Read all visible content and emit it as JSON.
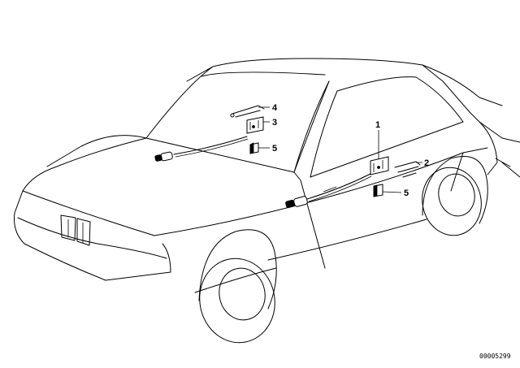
{
  "callouts": {
    "c1": "1",
    "c2": "2",
    "c3": "3",
    "c4": "4",
    "c5a": "5",
    "c5b": "5"
  },
  "document_id": "00005299",
  "icons": [
    "car-outline",
    "lock-part",
    "cable-part",
    "spring-part",
    "clip-part"
  ]
}
